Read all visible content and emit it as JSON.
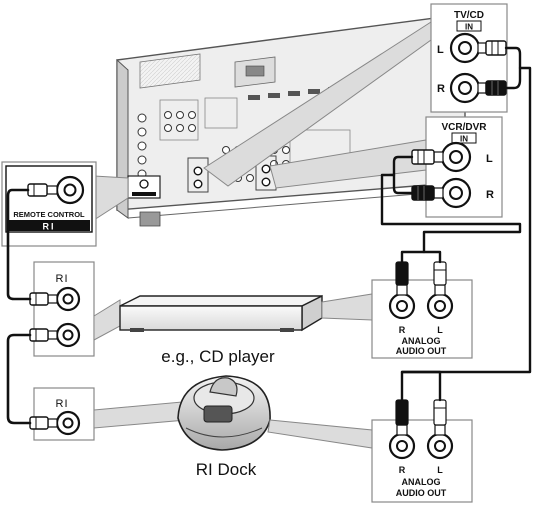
{
  "tv_cd": {
    "title": "TV/CD",
    "in": "IN",
    "left": "L",
    "right": "R"
  },
  "vcr_dvr": {
    "title": "VCR/DVR",
    "in": "IN",
    "left": "L",
    "right": "R"
  },
  "remote": {
    "label": "REMOTE CONTROL",
    "ri": "RI"
  },
  "ri_port_1": {
    "label": "RI"
  },
  "ri_port_2": {
    "label": "RI"
  },
  "cd_player": {
    "caption": "e.g., CD player"
  },
  "ri_dock": {
    "caption": "RI Dock"
  },
  "analog_out_1": {
    "r": "R",
    "l": "L",
    "line1": "ANALOG",
    "line2": "AUDIO OUT"
  },
  "analog_out_2": {
    "r": "R",
    "l": "L",
    "line1": "ANALOG",
    "line2": "AUDIO OUT"
  }
}
